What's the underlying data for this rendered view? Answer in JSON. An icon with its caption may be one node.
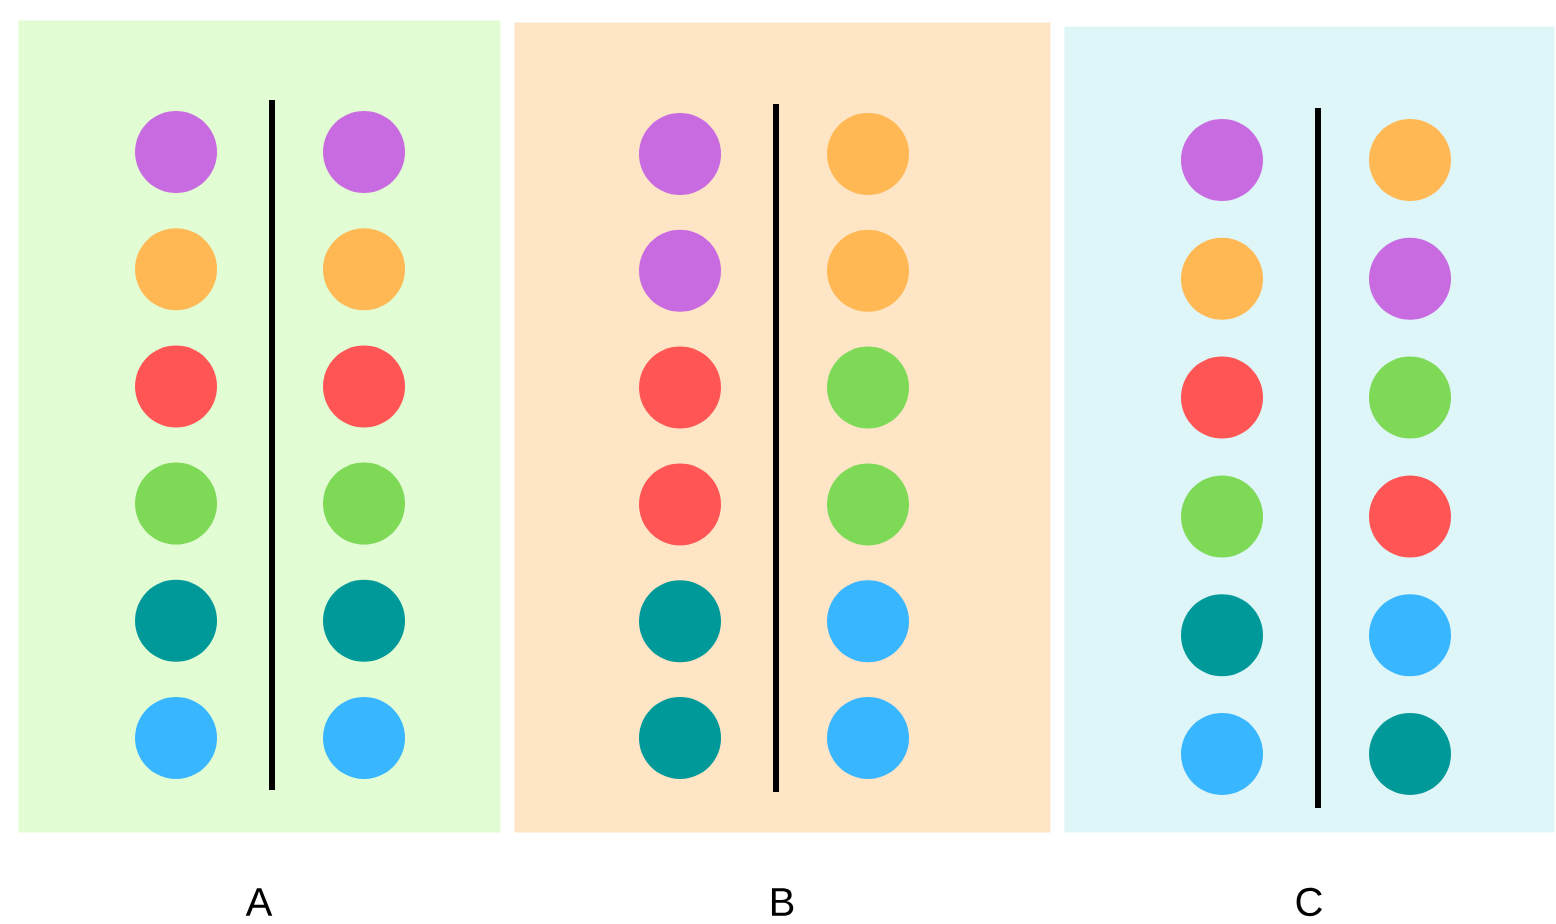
{
  "diagram": {
    "nodes": [
      {
        "text": [
          "A"
        ]
      },
      {
        "text": [],
        "shape": "circle",
        "in": 0
      },
      {
        "text": [],
        "shape": "circle",
        "in": 0
      },
      {
        "text": [],
        "shape": "circle",
        "in": 0
      },
      {
        "text": [],
        "shape": "circle",
        "in": 0
      },
      {
        "text": [],
        "shape": "circle",
        "in": 0
      },
      {
        "text": [],
        "shape": "circle",
        "in": 0
      },
      {
        "text": [],
        "shape": "circle",
        "in": 0
      },
      {
        "text": [],
        "shape": "circle",
        "in": 0
      },
      {
        "text": [],
        "shape": "circle",
        "in": 0
      },
      {
        "text": [],
        "shape": "circle",
        "in": 0
      },
      {
        "text": [],
        "shape": "circle",
        "in": 0
      },
      {
        "text": [],
        "shape": "circle",
        "in": 0
      },
      {
        "text": [
          "B"
        ]
      },
      {
        "text": [],
        "shape": "circle",
        "in": 13
      },
      {
        "text": [],
        "shape": "circle",
        "in": 13
      },
      {
        "text": [],
        "shape": "circle",
        "in": 13
      },
      {
        "text": [],
        "shape": "circle",
        "in": 13
      },
      {
        "text": [],
        "shape": "circle",
        "in": 13
      },
      {
        "text": [],
        "shape": "circle",
        "in": 13
      },
      {
        "text": [],
        "shape": "circle",
        "in": 13
      },
      {
        "text": [],
        "shape": "circle",
        "in": 13
      },
      {
        "text": [],
        "shape": "circle",
        "in": 13
      },
      {
        "text": [],
        "shape": "circle",
        "in": 13
      },
      {
        "text": [],
        "shape": "circle",
        "in": 13
      },
      {
        "text": [],
        "shape": "circle",
        "in": 13
      },
      {
        "text": [
          "C"
        ]
      },
      {
        "text": [],
        "shape": "circle",
        "in": 26
      },
      {
        "text": [],
        "shape": "circle",
        "in": 26
      },
      {
        "text": [],
        "shape": "circle",
        "in": 26
      },
      {
        "text": [],
        "shape": "circle",
        "in": 26
      },
      {
        "text": [],
        "shape": "circle",
        "in": 26
      },
      {
        "text": [],
        "shape": "circle",
        "in": 26
      },
      {
        "text": [],
        "shape": "circle",
        "in": 26
      },
      {
        "text": [],
        "shape": "circle",
        "in": 26
      },
      {
        "text": [],
        "shape": "circle",
        "in": 26
      },
      {
        "text": [],
        "shape": "circle",
        "in": 26
      },
      {
        "text": [],
        "shape": "circle",
        "in": 26
      },
      {
        "text": [],
        "shape": "circle",
        "in": 26
      }
    ]
  }
}
